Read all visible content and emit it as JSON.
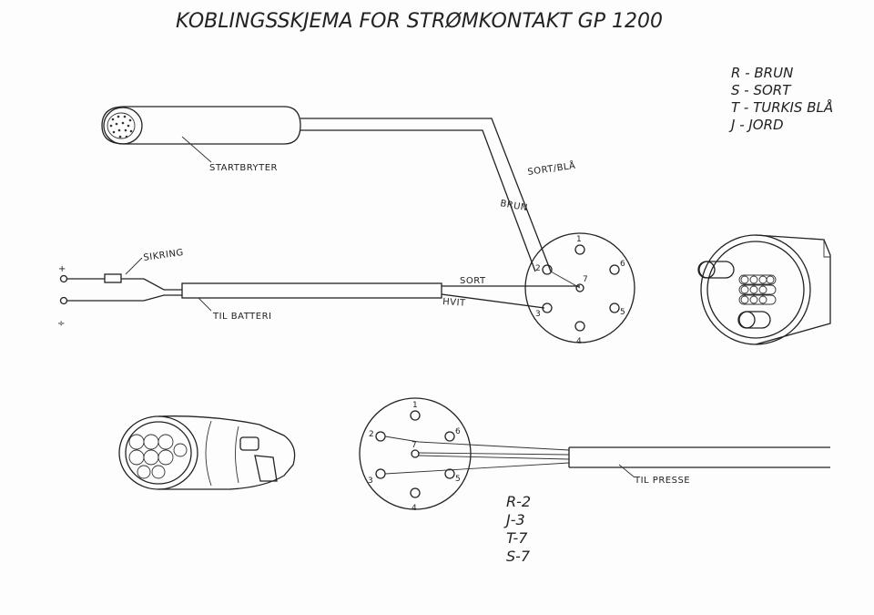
{
  "title": "KOBLINGSSKJEMA FOR STRØMKONTAKT GP 1200",
  "legend": [
    "R - BRUN",
    "S - SORT",
    "T - TURKIS BLÅ",
    "J - JORD"
  ],
  "labels": {
    "startbryter": "STARTBRYTER",
    "sikring": "SIKRING",
    "til_batteri": "TIL BATTERI",
    "til_presse": "TIL PRESSE",
    "sort_bla": "SORT/BLÅ",
    "brun": "BRUN",
    "sort": "SORT",
    "hvit": "HVIT",
    "plus": "+",
    "minus": "÷"
  },
  "socket_top_pins": [
    "1",
    "2",
    "3",
    "4",
    "5",
    "6",
    "7"
  ],
  "socket_bottom_pins": [
    "1",
    "2",
    "3",
    "4",
    "5",
    "6",
    "7"
  ],
  "wiring": [
    "R-2",
    "J-3",
    "T-7",
    "S-7"
  ]
}
